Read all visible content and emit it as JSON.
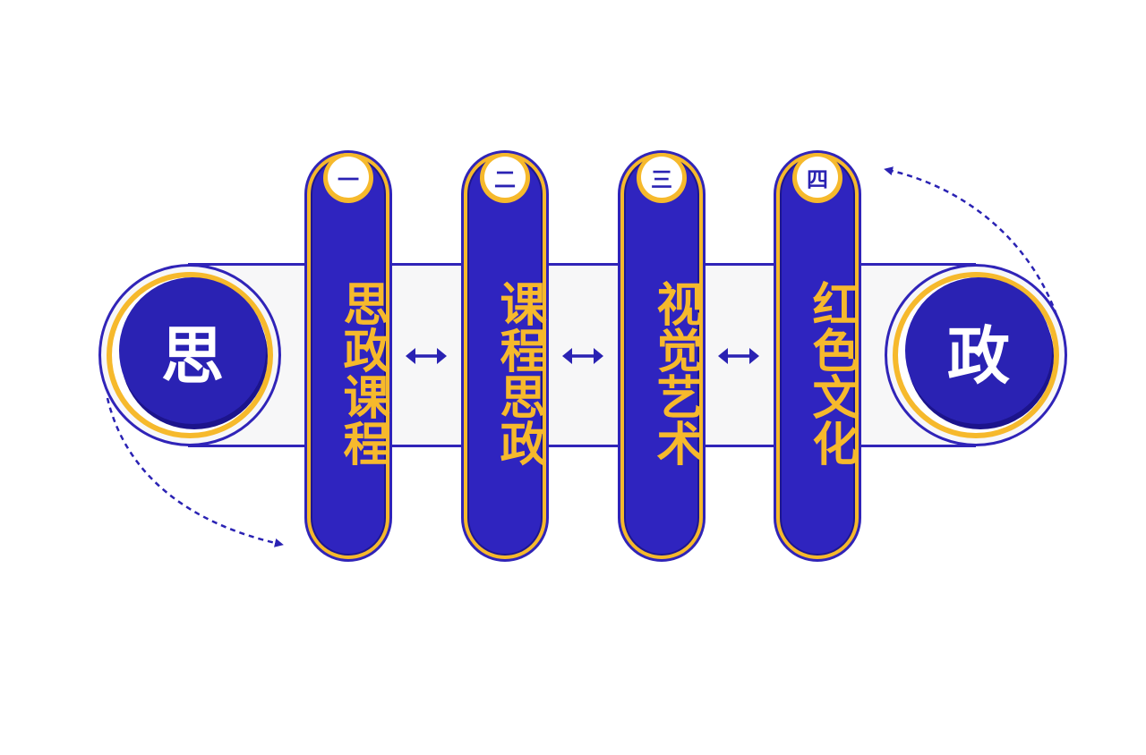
{
  "diagram": {
    "left_circle": "思",
    "right_circle": "政",
    "items": [
      {
        "number": "一",
        "label": "思政课程"
      },
      {
        "number": "二",
        "label": "课程思政"
      },
      {
        "number": "三",
        "label": "视觉艺术"
      },
      {
        "number": "四",
        "label": "红色文化"
      }
    ],
    "colors": {
      "primary": "#2f24bf",
      "accent": "#f6b92c",
      "band": "#f7f7f8"
    },
    "icons": [
      "double-arrow-icon",
      "dashed-curved-arrow-icon"
    ]
  }
}
